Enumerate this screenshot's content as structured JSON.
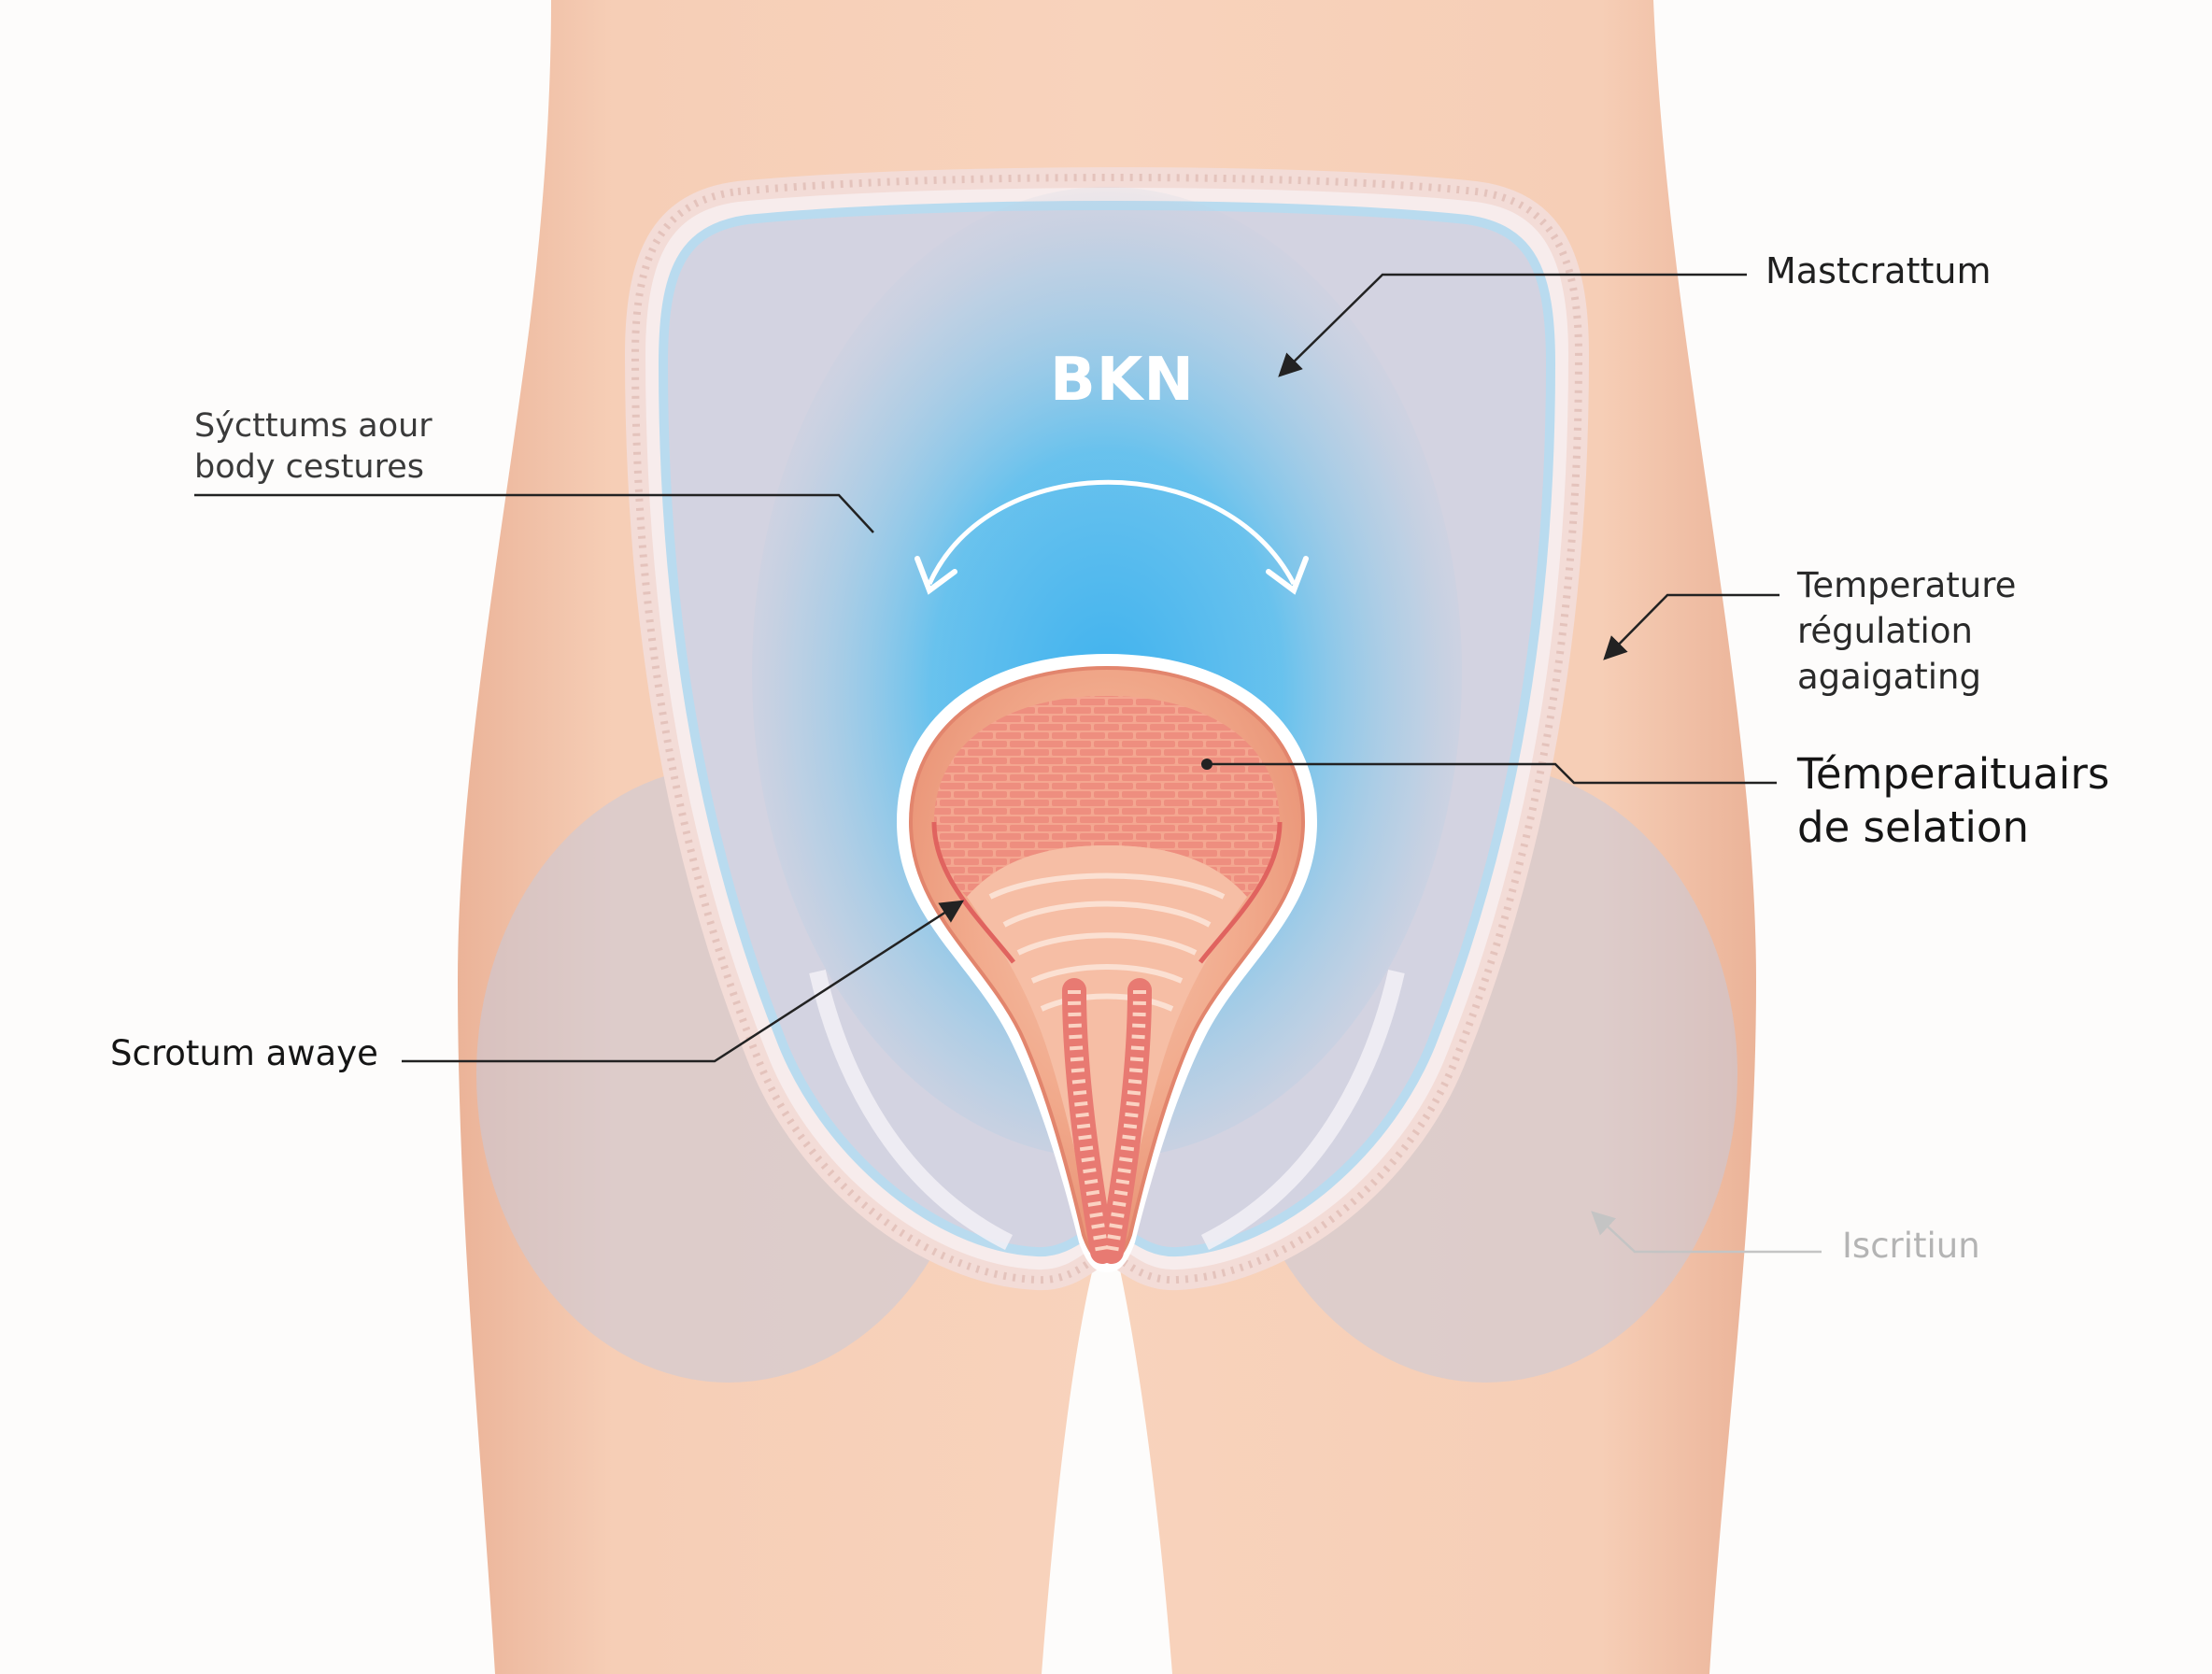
{
  "center_label": "BKN",
  "callouts": {
    "mastcrattum": "Mastcrattum",
    "syctums_lines": [
      "Sýcttums aour",
      "body cestures"
    ],
    "temperature_regulation_lines": [
      "Temperature",
      "régulation",
      "agaigating"
    ],
    "temperaituairs_lines": [
      "Témperaitu­airs",
      "de selation"
    ],
    "scrotum": "Scrotum awaye",
    "iscritiun": "Iscritiun"
  },
  "colors": {
    "background": "#fdfcfb",
    "skin": "#f6cdb4",
    "skin_shadow": "#e9b396",
    "garment_fill": "#c9cfe0",
    "garment_edge": "#b9dcef",
    "cool_zone": "#4fb7ec",
    "organ_outer": "#f2b08e",
    "organ_inner": "#e8857a",
    "leader_line": "#222222",
    "faint_leader": "#c4c4c4"
  }
}
